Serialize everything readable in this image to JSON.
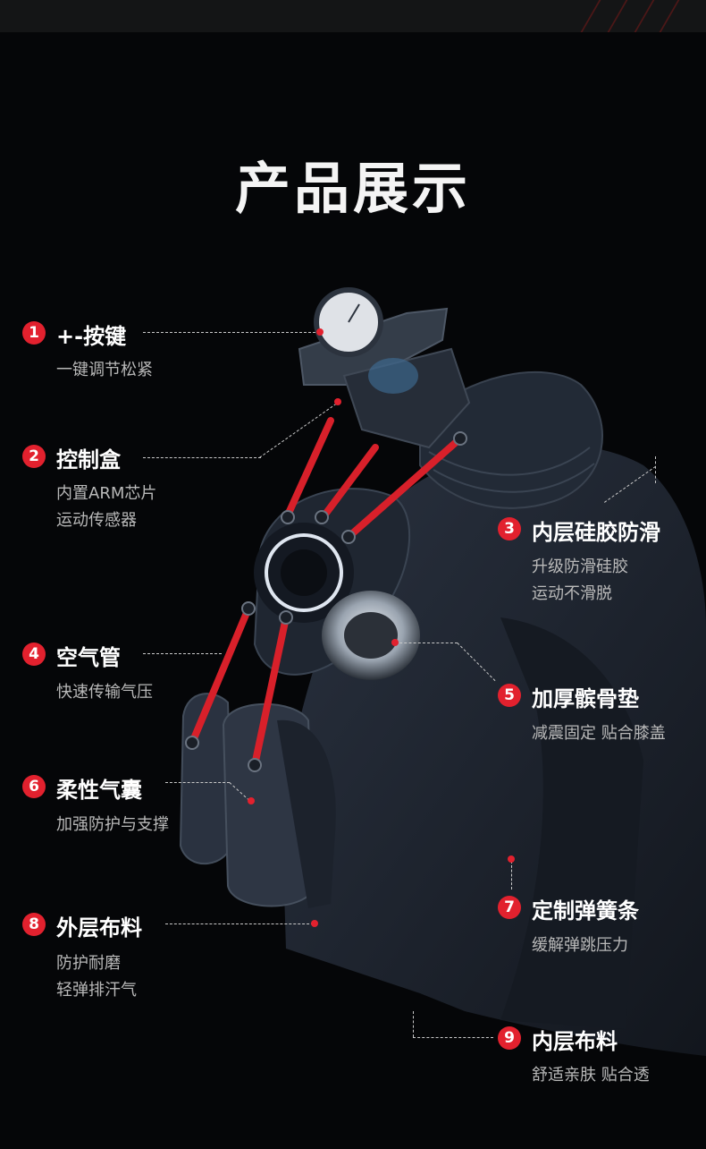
{
  "page": {
    "title": "产品展示"
  },
  "features": [
    {
      "num": "1",
      "title": "+-按键",
      "desc": [
        "一键调节松紧"
      ]
    },
    {
      "num": "2",
      "title": "控制盒",
      "desc": [
        "内置ARM芯片",
        "运动传感器"
      ]
    },
    {
      "num": "3",
      "title": "内层硅胶防滑",
      "desc": [
        "升级防滑硅胶",
        "运动不滑脱"
      ]
    },
    {
      "num": "4",
      "title": "空气管",
      "desc": [
        "快速传输气压"
      ]
    },
    {
      "num": "5",
      "title": "加厚髌骨垫",
      "desc": [
        "减震固定 贴合膝盖"
      ]
    },
    {
      "num": "6",
      "title": "柔性气囊",
      "desc": [
        "加强防护与支撑"
      ]
    },
    {
      "num": "7",
      "title": "定制弹簧条",
      "desc": [
        "缓解弹跳压力"
      ]
    },
    {
      "num": "8",
      "title": "外层布料",
      "desc": [
        "防护耐磨",
        "轻弹排汗气"
      ]
    },
    {
      "num": "9",
      "title": "内层布料",
      "desc": [
        "舒适亲肤 贴合透"
      ]
    }
  ],
  "colors": {
    "accent": "#e2212e",
    "background": "#050608",
    "tube": "#d8202a",
    "brace": "#1c222c"
  }
}
